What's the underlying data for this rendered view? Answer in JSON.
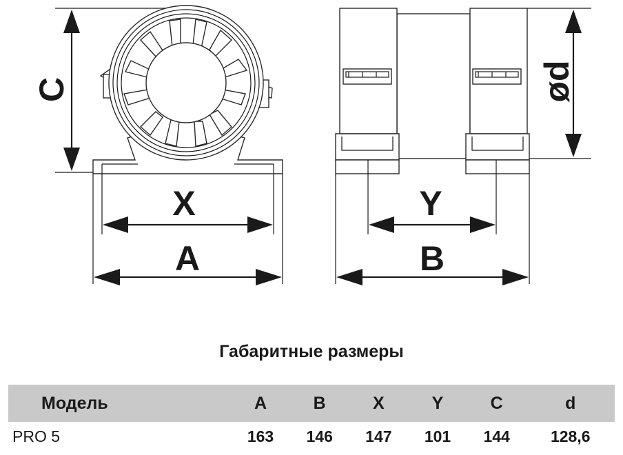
{
  "drawing": {
    "dim_labels": {
      "c": "C",
      "x": "X",
      "a": "A",
      "y": "Y",
      "b": "B",
      "d": "ød"
    }
  },
  "table": {
    "title": "Габаритные размеры",
    "headers": [
      "Модель",
      "A",
      "B",
      "X",
      "Y",
      "C",
      "d"
    ],
    "rows": [
      [
        "PRO 5",
        "163",
        "146",
        "147",
        "101",
        "144",
        "128,6"
      ]
    ],
    "header_bg": "#c9c9c9"
  }
}
